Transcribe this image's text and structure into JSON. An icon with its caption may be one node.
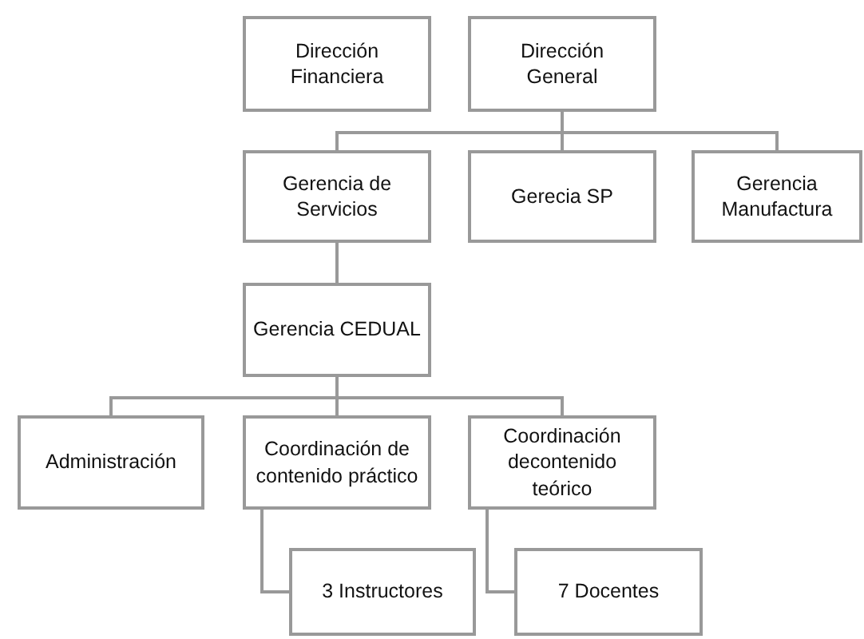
{
  "diagram": {
    "nodes": [
      {
        "text": [
          "Dirección Financiera"
        ]
      },
      {
        "text": [
          "Dirección General"
        ]
      },
      {
        "text": [
          "Gerencia de Servicios"
        ]
      },
      {
        "text": [
          "Gerecia SP"
        ]
      },
      {
        "text": [
          "Gerencia Manufactura"
        ]
      },
      {
        "text": [
          "Gerencia CEDUAL"
        ]
      },
      {
        "text": [
          "Administración"
        ]
      },
      {
        "text": [
          "Coordinación de contenido práctico"
        ]
      },
      {
        "text": [
          "Coordinación decontenido teórico"
        ]
      },
      {
        "text": [
          "3 Instructores"
        ]
      },
      {
        "text": [
          "7 Docentes"
        ]
      }
    ],
    "edges": [
      {
        "from": 1,
        "to": 2,
        "arrow": "none"
      },
      {
        "from": 1,
        "to": 3,
        "arrow": "none"
      },
      {
        "from": 1,
        "to": 4,
        "arrow": "none"
      },
      {
        "from": 2,
        "to": 5,
        "arrow": "none"
      },
      {
        "from": 5,
        "to": 6,
        "arrow": "none"
      },
      {
        "from": 5,
        "to": 7,
        "arrow": "none"
      },
      {
        "from": 5,
        "to": 8,
        "arrow": "none"
      },
      {
        "from": 7,
        "to": 9,
        "arrow": "none"
      },
      {
        "from": 8,
        "to": 10,
        "arrow": "none"
      }
    ]
  }
}
